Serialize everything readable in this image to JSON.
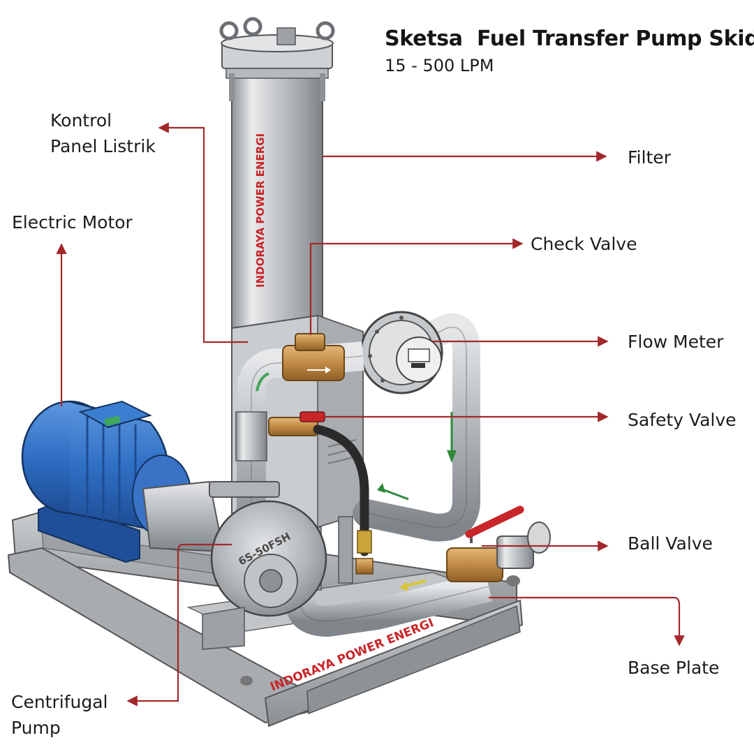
{
  "title": "Sketsa  Fuel Transfer Pump Skid",
  "subtitle": "15 - 500 LPM",
  "watermark": "INDORAYA POWER ENERGI",
  "pump_model": "6S-50FSH",
  "colors": {
    "leader": "#a3282b",
    "brand": "#c8262a",
    "motor": "#2f6fc4",
    "brass": "#c08a45",
    "valve_handle": "#c8262a",
    "steel": "#b9bcc0"
  },
  "labels": {
    "kontrol_line1": "Kontrol",
    "kontrol_line2": "Panel Listrik",
    "electric_motor": "Electric Motor",
    "filter": "Filter",
    "check_valve": "Check Valve",
    "flow_meter": "Flow Meter",
    "safety_valve": "Safety Valve",
    "ball_valve": "Ball Valve",
    "base_plate": "Base Plate",
    "centrifugal_line1": "Centrifugal",
    "centrifugal_line2": "Pump"
  }
}
